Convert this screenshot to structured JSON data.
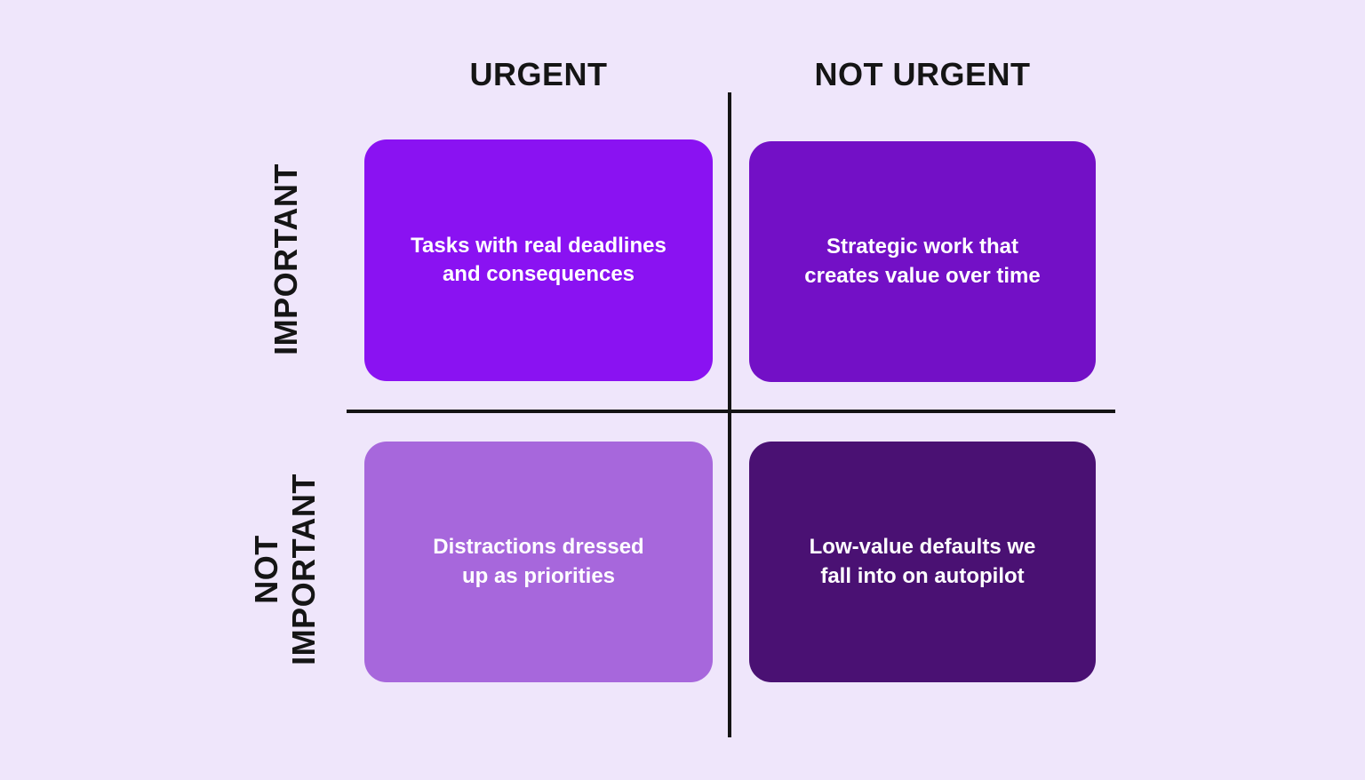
{
  "colors": {
    "background": "#efe6fb",
    "axis": "#141414",
    "heading_text": "#151515",
    "quadrant_text": "#ffffff"
  },
  "column_headers": [
    {
      "label": "URGENT"
    },
    {
      "label": "NOT URGENT"
    }
  ],
  "row_headers": [
    {
      "label": "IMPORTANT"
    },
    {
      "label": "NOT\nIMPORTANT"
    }
  ],
  "quadrants": [
    {
      "name": "urgent-important",
      "color": "#8a12f2",
      "text": "Tasks with real deadlines\nand consequences"
    },
    {
      "name": "not-urgent-important",
      "color": "#7310c6",
      "text": "Strategic work that\ncreates value over time"
    },
    {
      "name": "urgent-not-important",
      "color": "#a767dc",
      "text": "Distractions dressed\nup as priorities"
    },
    {
      "name": "not-urgent-not-important",
      "color": "#4a1173",
      "text": "Low-value defaults we\nfall into on autopilot"
    }
  ]
}
